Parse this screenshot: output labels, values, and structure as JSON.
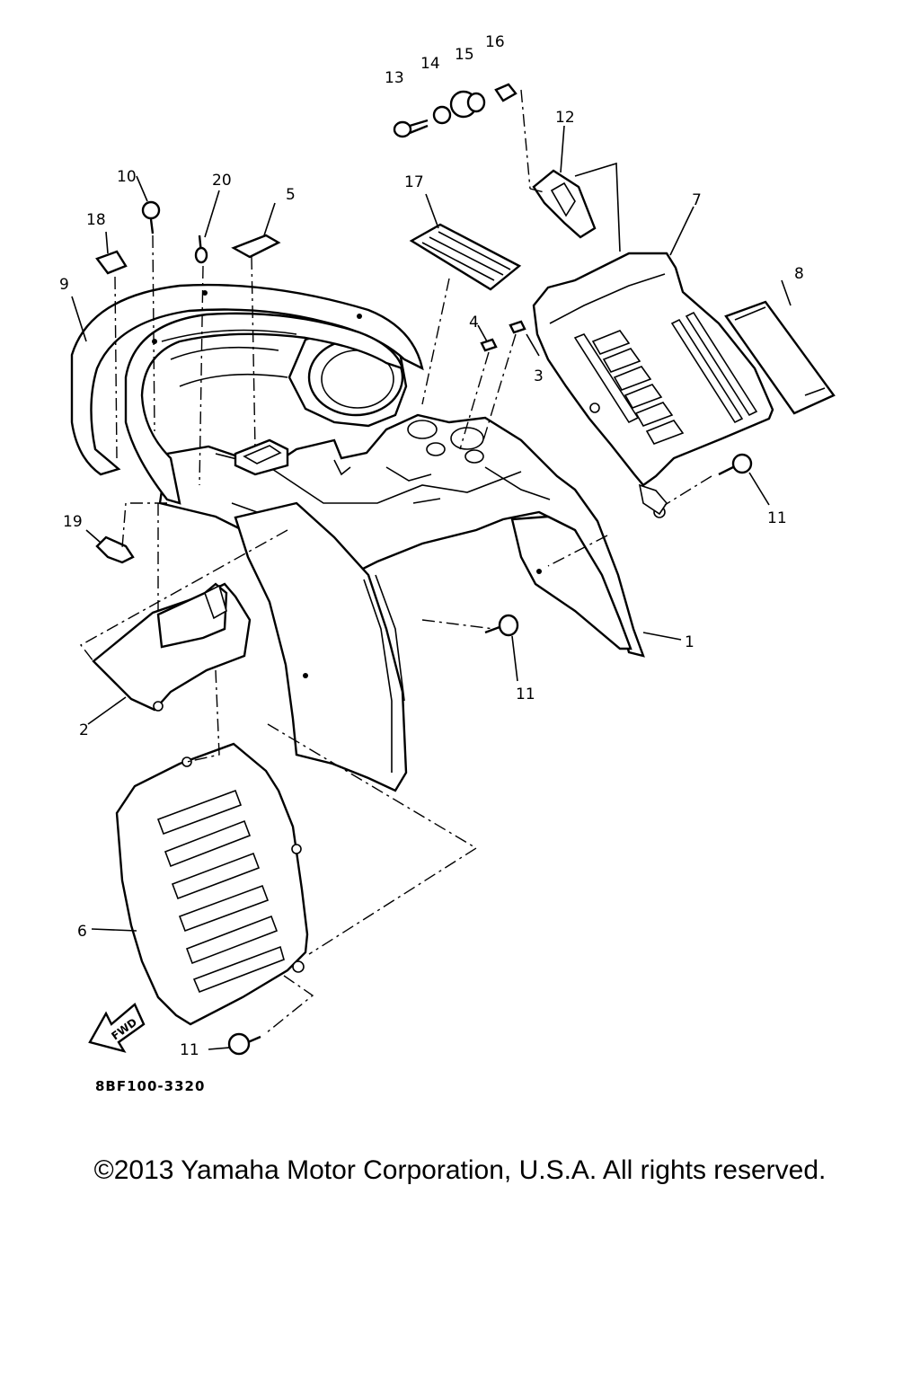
{
  "diagram": {
    "callouts": [
      "1",
      "2",
      "3",
      "4",
      "5",
      "6",
      "7",
      "8",
      "9",
      "10",
      "11",
      "12",
      "13",
      "14",
      "15",
      "16",
      "17",
      "18",
      "19",
      "20"
    ],
    "drawing_code": "8BF100-3320",
    "fwd_label": "FWD"
  },
  "footer": {
    "copyright": "©2013 Yamaha Motor Corporation, U.S.A. All rights reserved."
  }
}
